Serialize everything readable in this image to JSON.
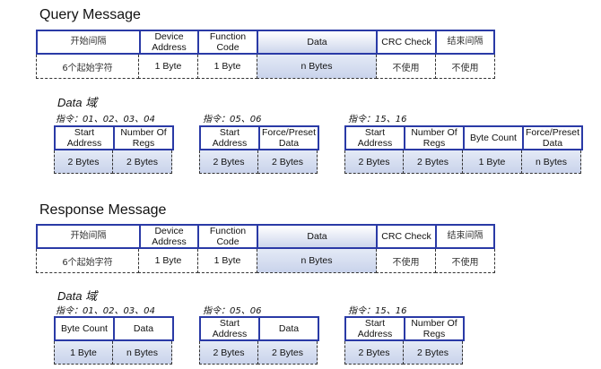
{
  "query": {
    "title": "Query Message",
    "headers": [
      "开始间隔",
      "Device\nAddress",
      "Function\nCode",
      "Data",
      "CRC Check",
      "结束间隔"
    ],
    "values": [
      "6个起始字符",
      "1 Byte",
      "1 Byte",
      "n Bytes",
      "不使用",
      "不使用"
    ],
    "data_title": "Data 域",
    "sub": [
      {
        "label": "指令：01、02、03、04",
        "headers": [
          "Start\nAddress",
          "Number Of\nRegs"
        ],
        "values": [
          "2 Bytes",
          "2 Bytes"
        ]
      },
      {
        "label": "指令：05、06",
        "headers": [
          "Start\nAddress",
          "Force/Preset\nData"
        ],
        "values": [
          "2 Bytes",
          "2 Bytes"
        ]
      },
      {
        "label": "指令：15、16",
        "headers": [
          "Start\nAddress",
          "Number Of\nRegs",
          "Byte Count",
          "Force/Preset\nData"
        ],
        "values": [
          "2 Bytes",
          "2 Bytes",
          "1 Byte",
          "n Bytes"
        ]
      }
    ]
  },
  "response": {
    "title": "Response Message",
    "headers": [
      "开始间隔",
      "Device\nAddress",
      "Function\nCode",
      "Data",
      "CRC Check",
      "结束间隔"
    ],
    "values": [
      "6个起始字符",
      "1 Byte",
      "1 Byte",
      "n Bytes",
      "不使用",
      "不使用"
    ],
    "data_title": "Data 域",
    "sub": [
      {
        "label": "指令：01、02、03、04",
        "headers": [
          "Byte Count",
          "Data"
        ],
        "values": [
          "1 Byte",
          "n Bytes"
        ]
      },
      {
        "label": "指令：05、06",
        "headers": [
          "Start\nAddress",
          "Data"
        ],
        "values": [
          "2 Bytes",
          "2 Bytes"
        ]
      },
      {
        "label": "指令：15、16",
        "headers": [
          "Start\nAddress",
          "Number Of\nRegs"
        ],
        "values": [
          "2 Bytes",
          "2 Bytes"
        ]
      }
    ]
  }
}
